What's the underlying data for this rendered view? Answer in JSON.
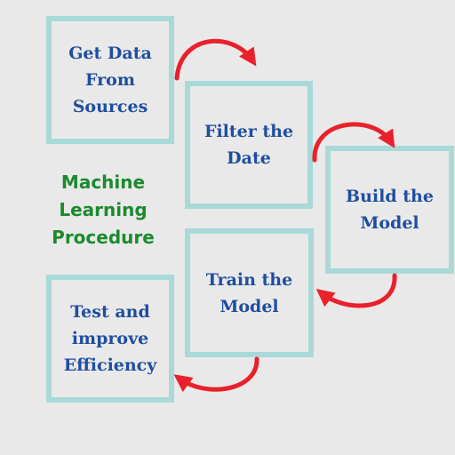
{
  "title": {
    "line1": "Machine",
    "line2": "Learning",
    "line3": "Procedure"
  },
  "steps": [
    {
      "line1": "Get Data",
      "line2": "From",
      "line3": "Sources"
    },
    {
      "line1": "Filter the",
      "line2": "Date"
    },
    {
      "line1": "Build the",
      "line2": "Model"
    },
    {
      "line1": "Train the",
      "line2": "Model"
    },
    {
      "line1": "Test and",
      "line2": "improve",
      "line3": "Efficiency"
    }
  ],
  "colors": {
    "background": "#e9e9e9",
    "box_border": "#a9d9d9",
    "step_text": "#1f4ea0",
    "title_text": "#1b8a2e",
    "arrow": "#e8212b"
  }
}
